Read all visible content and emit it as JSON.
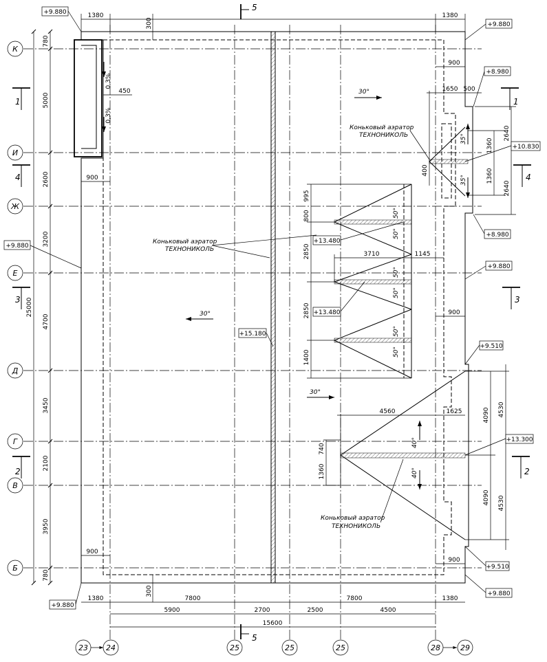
{
  "row_axes": [
    {
      "id": "K",
      "label": "К"
    },
    {
      "id": "I",
      "label": "И"
    },
    {
      "id": "Zh",
      "label": "Ж"
    },
    {
      "id": "E",
      "label": "Е"
    },
    {
      "id": "D",
      "label": "Д"
    },
    {
      "id": "G",
      "label": "Г"
    },
    {
      "id": "V",
      "label": "В"
    },
    {
      "id": "B",
      "label": "Б"
    }
  ],
  "col_axes": [
    {
      "id": "a23",
      "label": "23"
    },
    {
      "id": "a24",
      "label": "24"
    },
    {
      "id": "a25a",
      "label": "25"
    },
    {
      "id": "a25b",
      "label": "25"
    },
    {
      "id": "a25c",
      "label": "25"
    },
    {
      "id": "a28",
      "label": "28"
    },
    {
      "id": "a29",
      "label": "29"
    }
  ],
  "section_marks": {
    "s1": "1",
    "s2": "2",
    "s3": "3",
    "s4": "4",
    "s5": "5"
  },
  "levels": {
    "top_left": "+9.880",
    "top_right": "+9.880",
    "r8980_top": "+8.980",
    "r10830": "+10.830",
    "r8980_bot": "+8.980",
    "left_mid": "+9.880",
    "right_mid": "+9.880",
    "ridge_13480_a": "+13.480",
    "ridge_13480_b": "+13.480",
    "ridge_15180": "+15.180",
    "r9510_top": "+9.510",
    "r13300": "+13.300",
    "r9510_bot": "+9.510",
    "right_bottom": "+9.880",
    "bottom_left": "+9.880"
  },
  "dims": {
    "top_1380_left": "1380",
    "top_300": "300",
    "top_1380_right": "1380",
    "d900_top_right": "900",
    "d1650": "1650",
    "d500": "500",
    "d450": "450",
    "d900_left": "900",
    "d900_right_mid": "900",
    "d3710": "3710",
    "d1145": "1145",
    "d4560": "4560",
    "d1625": "1625",
    "d900_left_bottom": "900",
    "d900_right_bottom": "900",
    "bot_1380_left": "1380",
    "bot_300": "300",
    "bot_7800_left": "7800",
    "bot_7800_right": "7800",
    "bot_1380_right": "1380",
    "bot_5900": "5900",
    "bot_2700": "2700",
    "bot_2500": "2500",
    "bot_4500": "4500",
    "bot_15600": "15600",
    "v780_top": "780",
    "v5000": "5000",
    "v2600": "2600",
    "v3200": "3200",
    "v4700": "4700",
    "v3450": "3450",
    "v2100": "2100",
    "v3950": "3950",
    "v780_bot": "780",
    "v25000": "25000",
    "v995": "995",
    "v800": "800",
    "v2850a": "2850",
    "v2850b": "2850",
    "v1400": "1400",
    "v400": "400",
    "v1360_up": "1360",
    "v1360_dn": "1360",
    "v2640_up": "2640",
    "v2640_dn": "2640",
    "v740": "740",
    "v1360_mid": "1360",
    "v4090_up": "4090",
    "v4530_up": "4530",
    "v4090_dn": "4090",
    "v4530_dn": "4530"
  },
  "slopes": {
    "roof_30_top": "30°",
    "roof_30_left": "30°",
    "roof_30_bottom": "30°",
    "s50a": "50°",
    "s50b": "50°",
    "s50c": "50°",
    "s50d": "50°",
    "s50e": "50°",
    "s50f": "50°",
    "s35a": "35°",
    "s35b": "35°",
    "s40a": "40°",
    "s40b": "40°",
    "p03a": "0,3%",
    "p03b": "0,3%"
  },
  "notes": {
    "aerator_mid_1": "Коньковый аэратор",
    "aerator_mid_2": "ТЕХНОНИКОЛЬ",
    "aerator_right_1": "Коньковый аэратор",
    "aerator_right_2": "ТЕХНОНИКОЛЬ",
    "aerator_bottom_1": "Коньковый аэратор",
    "aerator_bottom_2": "ТЕХНОНИКОЛЬ"
  }
}
